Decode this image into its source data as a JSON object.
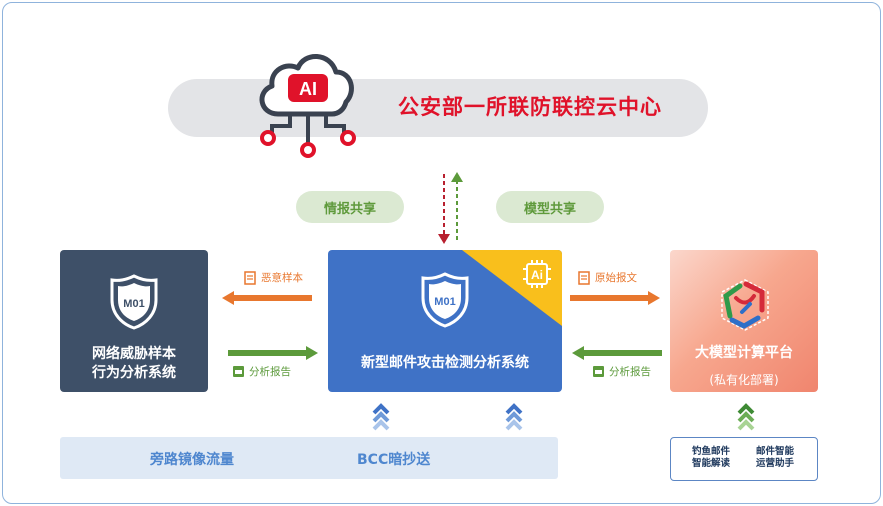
{
  "title": "",
  "cloud": {
    "badge": "AI",
    "title": "公安部一所联防联控云中心"
  },
  "shares": {
    "intel": "情报共享",
    "model": "模型共享"
  },
  "boxes": {
    "left": {
      "badge": "M01",
      "line1": "网络威胁样本",
      "line2": "行为分析系统"
    },
    "center": {
      "badge": "M01",
      "chip": "Ai",
      "label": "新型邮件攻击检测分析系统"
    },
    "right": {
      "label": "大模型计算平台",
      "sub": "(私有化部署)"
    }
  },
  "arrows": {
    "to_left": "恶意样本",
    "from_left": "分析报告",
    "to_right": "原始报文",
    "from_right": "分析报告"
  },
  "bottom": {
    "traffic_a": "旁路镜像流量",
    "traffic_b": "BCC暗抄送",
    "tool1_line1": "钓鱼邮件",
    "tool1_line2": "智能解读",
    "tool2_line1": "邮件智能",
    "tool2_line2": "运营助手"
  },
  "colors": {
    "accent_red": "#e0122a",
    "orange": "#e8772e",
    "green": "#5c9a3b",
    "blue": "#3f72c6",
    "navy": "#3e5068",
    "yellow": "#f9bf1c"
  },
  "icons": [
    "cloud-ai-icon",
    "shield-icon",
    "ai-chip-icon",
    "cube-icon",
    "document-icon",
    "report-icon",
    "chevron-up-icon"
  ]
}
